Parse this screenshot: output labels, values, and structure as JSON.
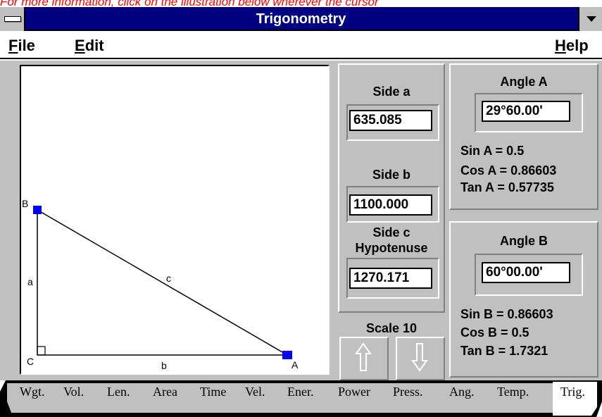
{
  "banner": {
    "text": "For more information, click on the illustration below wherever the cursor"
  },
  "window": {
    "title": "Trigonometry"
  },
  "menu": {
    "file": {
      "key": "F",
      "rest": "ile"
    },
    "edit": {
      "key": "E",
      "rest": "dit"
    },
    "help": {
      "key": "H",
      "rest": "elp"
    }
  },
  "diagram": {
    "vertex_b": "B",
    "vertex_c": "C",
    "vertex_a": "A",
    "side_a": "a",
    "side_b": "b",
    "side_c": "c"
  },
  "sides": {
    "a_label": "Side a",
    "a_value": "635.085",
    "b_label": "Side b",
    "b_value": "1100.000",
    "c_label_line1": "Side c",
    "c_label_line2": "Hypotenuse",
    "c_value": "1270.171"
  },
  "scale": {
    "label": "Scale 10"
  },
  "angle_a": {
    "label": "Angle A",
    "value": "29°60.00'",
    "sin": "Sin A = 0.5",
    "cos": "Cos A = 0.86603",
    "tan": "Tan A = 0.57735"
  },
  "angle_b": {
    "label": "Angle B",
    "value": "60°00.00'",
    "sin": "Sin B = 0.86603",
    "cos": "Cos B = 0.5",
    "tan": "Tan B = 1.7321"
  },
  "tabs": [
    "Wgt.",
    "Vol.",
    "Len.",
    "Area",
    "Time",
    "Vel.",
    "Ener.",
    "Power",
    "Press.",
    "Ang.",
    "Temp.",
    "Trig."
  ],
  "active_tab": "Trig.",
  "colors": {
    "title_bar": "#000080",
    "handle": "#0000ff",
    "banner": "#ff0000"
  }
}
